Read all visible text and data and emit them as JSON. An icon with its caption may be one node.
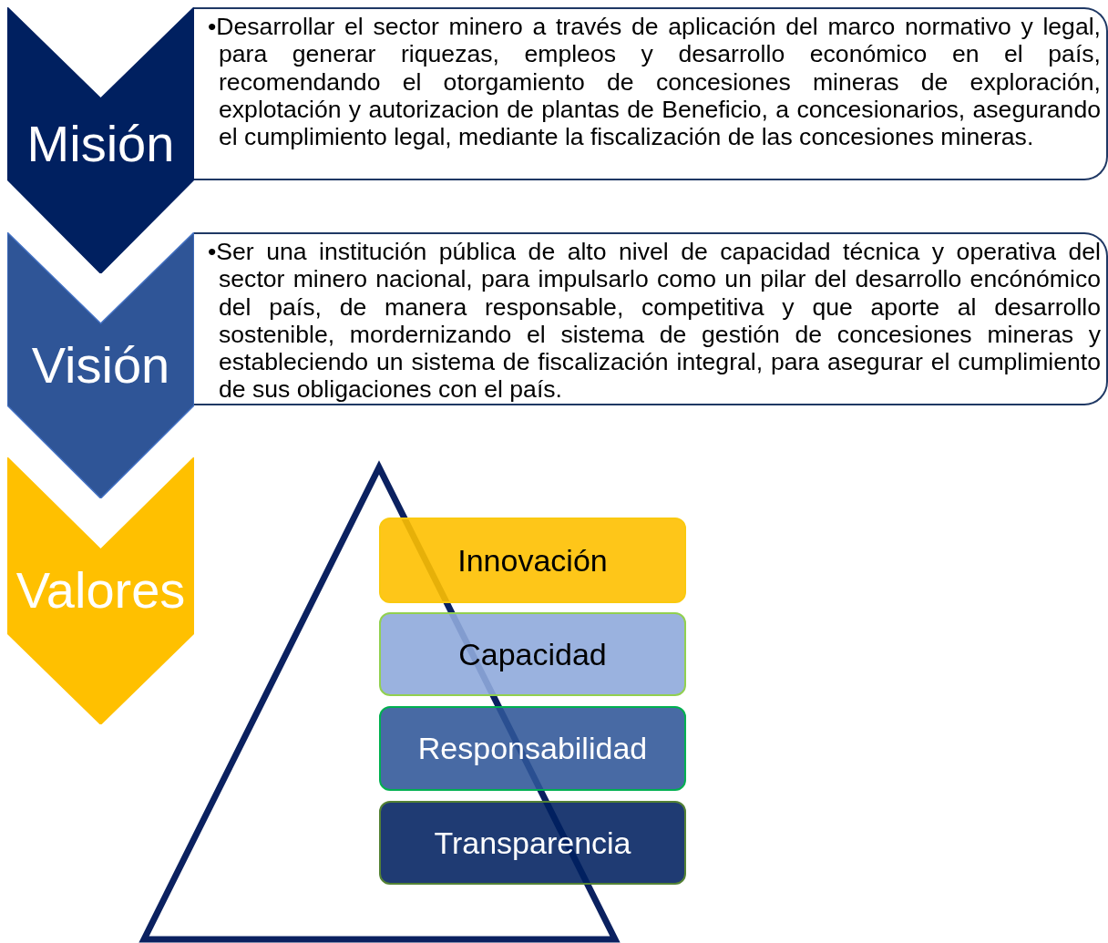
{
  "diagram": {
    "nodes": [
      {
        "text": [
          "Misión"
        ]
      },
      {
        "text": [
          "•Desarrollar el sector minero a través de aplicación del marco normativo y legal, para generar riquezas, empleos y desarrollo económico en el país, recomendando el otorgamiento de concesiones mineras de exploración, explotación y autorizacion de plantas de Beneficio, a concesionarios, asegurando el cumplimiento legal, mediante la fiscalización de las concesiones mineras."
        ]
      },
      {
        "text": [
          "Visión"
        ]
      },
      {
        "text": [
          "•Ser una institución pública de alto nivel de capacidad técnica y operativa del sector minero nacional, para impulsarlo como un pilar del desarrollo encónómico del país, de manera responsable, competitiva y que aporte al desarrollo sostenible, mordernizando el sistema de gestión de concesiones mineras y estableciendo un sistema de fiscalización integral, para asegurar el cumplimiento de sus obligaciones con el país."
        ]
      },
      {
        "text": [
          "Valores"
        ]
      },
      {
        "text": [
          "Innovación"
        ]
      },
      {
        "text": [
          "Capacidad"
        ]
      },
      {
        "text": [
          "Responsabilidad"
        ]
      },
      {
        "text": [
          "Transparencia"
        ]
      }
    ],
    "edges": []
  }
}
